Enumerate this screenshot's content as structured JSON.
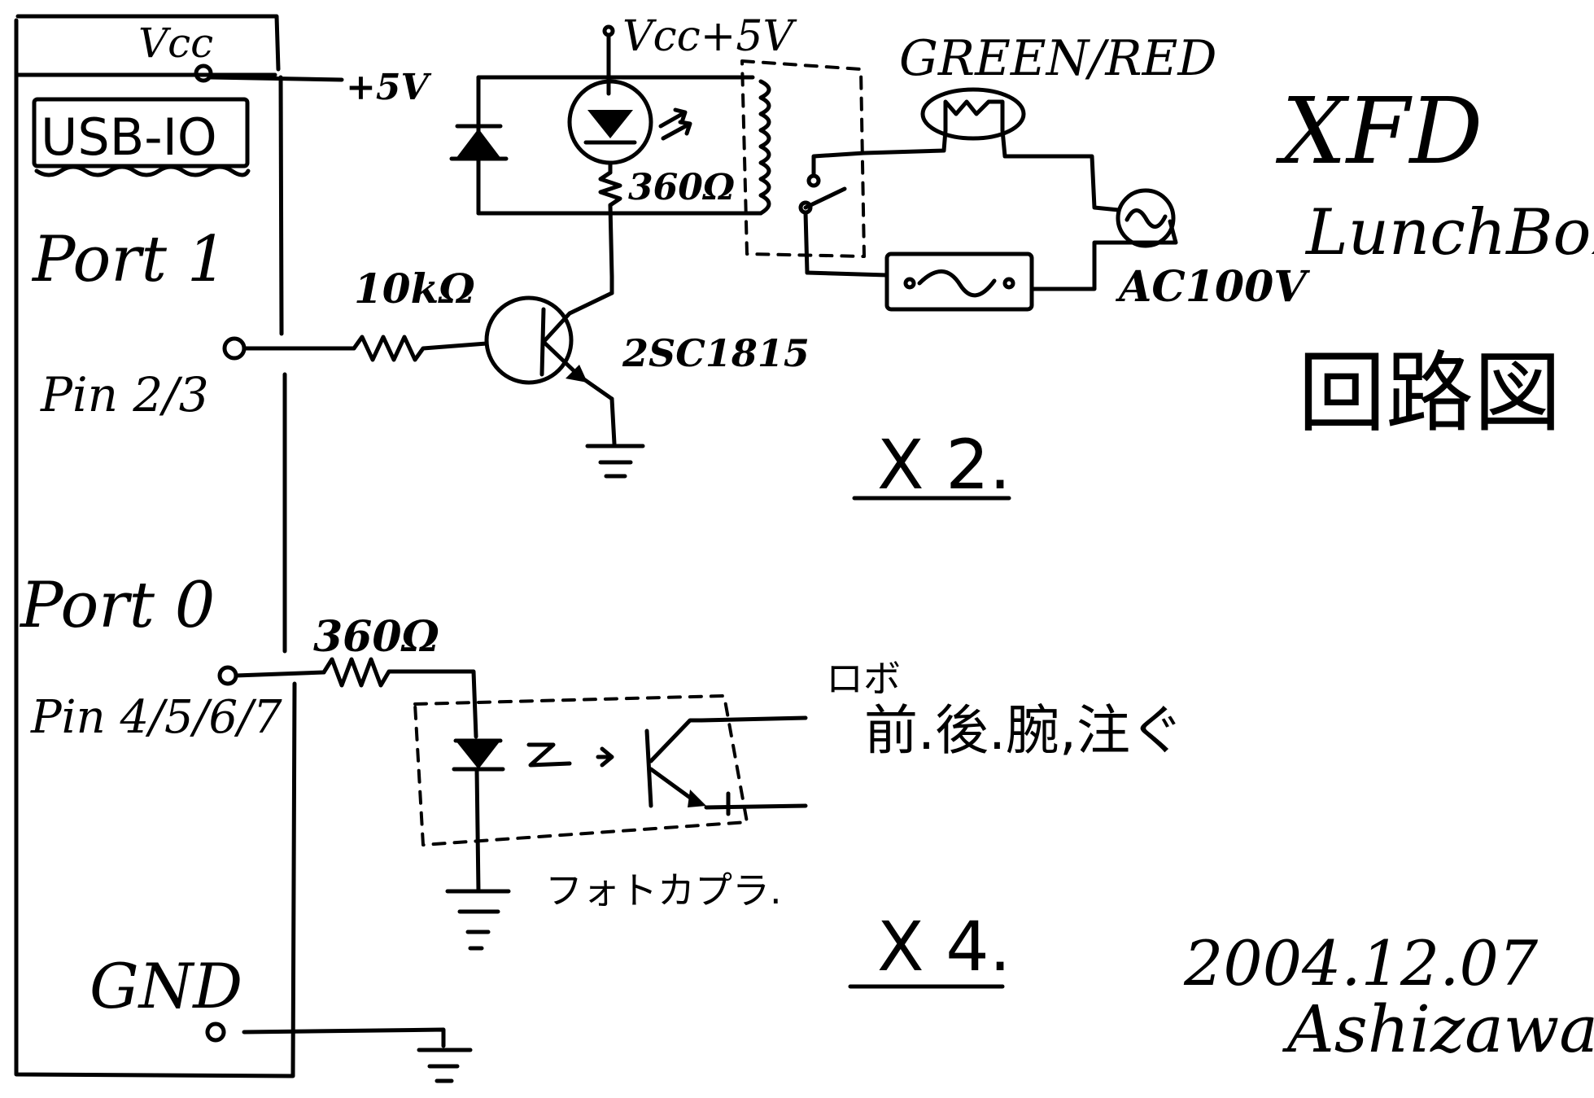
{
  "title": {
    "line1": "XFD",
    "line2": "LunchBox",
    "line3": "回路図"
  },
  "board": {
    "vcc_label": "Vcc",
    "name": "USB-IO",
    "vcc_out": "+5V",
    "port1": "Port 1",
    "port1_pins": "Pin 2/3",
    "port0": "Port 0",
    "port0_pins": "Pin 4/5/6/7",
    "gnd": "GND"
  },
  "output_circuit": {
    "supply": "Vcc+5V",
    "led_resistor": "360Ω",
    "base_resistor": "10kΩ",
    "transistor": "2SC1815",
    "lamp": "GREEN/RED",
    "source": "AC100V",
    "multiplier": "X 2."
  },
  "input_circuit": {
    "resistor": "360Ω",
    "device": "フォトカプラ.",
    "robot_label": "ロボ",
    "robot_inputs": "前.後.腕,注ぐ",
    "multiplier": "X 4."
  },
  "signature": {
    "date": "2004.12.07",
    "author": "Ashizawa"
  }
}
